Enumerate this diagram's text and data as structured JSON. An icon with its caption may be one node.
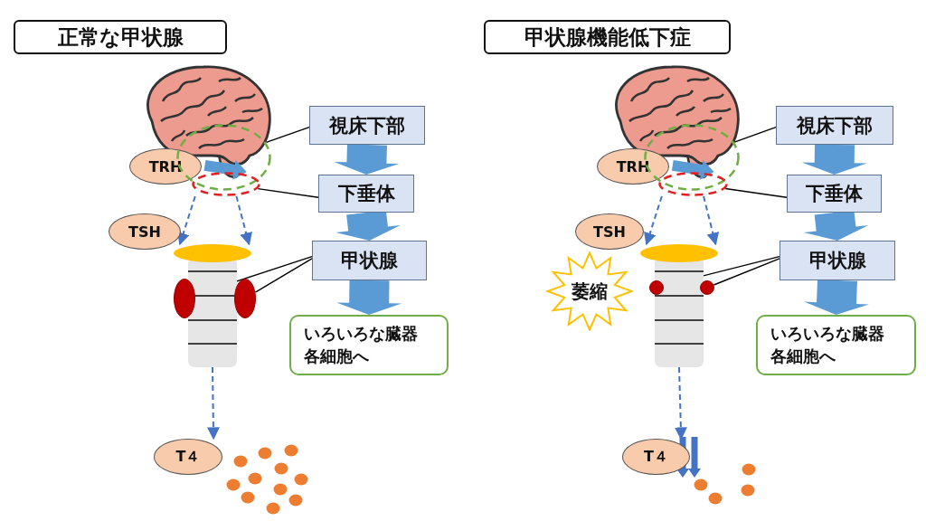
{
  "diagram": {
    "nodes": [
      {
        "text": [
          "正常な甲状腺"
        ]
      },
      {
        "text": [
          "TRH"
        ]
      },
      {
        "text": [],
        "shape": "circle"
      },
      {
        "text": [],
        "shape": "circle"
      },
      {
        "text": [
          "視床下部"
        ]
      },
      {
        "text": [
          "下垂体"
        ]
      },
      {
        "text": [
          "TSH"
        ]
      },
      {
        "text": [],
        "shape": "picture"
      },
      {
        "text": [],
        "shape": "circle"
      },
      {
        "text": [],
        "shape": "circle"
      },
      {
        "text": [
          "甲状腺"
        ]
      },
      {
        "text": [
          "いろいろな臓器各細胞へ"
        ]
      },
      {
        "text": [
          "T４"
        ]
      },
      {
        "text": [
          "甲状腺機能低下症"
        ]
      },
      {
        "text": [
          "TRH"
        ]
      },
      {
        "text": [],
        "shape": "circle"
      },
      {
        "text": [],
        "shape": "circle"
      },
      {
        "text": [
          "視床下部"
        ]
      },
      {
        "text": [
          "下垂体"
        ]
      },
      {
        "text": [
          "TSH"
        ]
      },
      {
        "text": [
          "萎縮"
        ]
      },
      {
        "text": [],
        "shape": "picture"
      },
      {
        "text": [],
        "shape": "circle"
      },
      {
        "text": [],
        "shape": "circle"
      },
      {
        "text": [
          "甲状腺"
        ]
      },
      {
        "text": [
          "いろいろな臓器各細胞へ"
        ]
      },
      {
        "text": [
          "T４"
        ]
      }
    ],
    "edges": [
      {
        "from": 4,
        "to": 2,
        "arrow": "none"
      },
      {
        "from": 5,
        "to": 3,
        "arrow": "none"
      },
      {
        "from": 10,
        "to": 8,
        "arrow": "none"
      },
      {
        "from": 10,
        "to": 9,
        "arrow": "none"
      },
      {
        "from": 4,
        "to": 5,
        "arrow": "to",
        "style": "thick",
        "color": "#5b9bd5"
      },
      {
        "from": 5,
        "to": 10,
        "arrow": "to",
        "style": "thick",
        "color": "#5b9bd5"
      },
      {
        "from": 10,
        "to": 11,
        "arrow": "to",
        "style": "thick",
        "color": "#5b9bd5"
      },
      {
        "from": 3,
        "to": 7,
        "arrow": "to",
        "style": "dashed",
        "color": "#4472c4"
      },
      {
        "from": 3,
        "to": 7,
        "arrow": "to",
        "style": "dashed",
        "color": "#4472c4"
      },
      {
        "from": 7,
        "to": 12,
        "arrow": "to",
        "style": "dashed",
        "color": "#4472c4"
      },
      {
        "from": 2,
        "to": 3,
        "arrow": "to",
        "style": "thick",
        "color": "#5b9bd5"
      },
      {
        "from": 17,
        "to": 15,
        "arrow": "none"
      },
      {
        "from": 18,
        "to": 16,
        "arrow": "none"
      },
      {
        "from": 24,
        "to": 22,
        "arrow": "none"
      },
      {
        "from": 24,
        "to": 23,
        "arrow": "none"
      },
      {
        "from": 17,
        "to": 18,
        "arrow": "to",
        "style": "thick",
        "color": "#5b9bd5"
      },
      {
        "from": 18,
        "to": 24,
        "arrow": "to",
        "style": "thick",
        "color": "#5b9bd5"
      },
      {
        "from": 24,
        "to": 25,
        "arrow": "to",
        "style": "thick",
        "color": "#5b9bd5"
      },
      {
        "from": 16,
        "to": 21,
        "arrow": "to",
        "style": "dashed",
        "color": "#4472c4"
      },
      {
        "from": 16,
        "to": 21,
        "arrow": "to",
        "style": "dashed",
        "color": "#4472c4"
      },
      {
        "from": 21,
        "to": 26,
        "arrow": "to",
        "style": "dashed",
        "color": "#4472c4"
      },
      {
        "from": 15,
        "to": 16,
        "arrow": "to",
        "style": "thick",
        "color": "#5b9bd5"
      }
    ]
  }
}
